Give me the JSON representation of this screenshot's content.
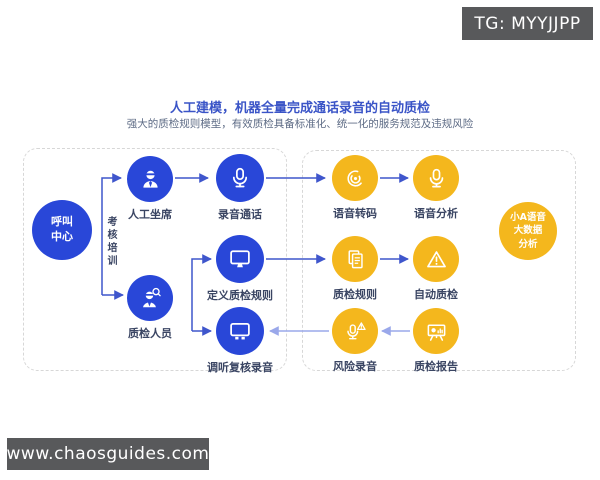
{
  "badges": {
    "top_right": "TG: MYYJJPP",
    "bottom_left": "www.chaosguides.com"
  },
  "header": {
    "title": "人工建模，机器全量完成通话录音的自动质检",
    "subtitle": "强大的质检规则模型，有效质检具备标准化、统一化的服务规范及违规风险"
  },
  "labels": {
    "vertical_training": "考核培训"
  },
  "nodes": {
    "call_center": {
      "label": "呼叫中心",
      "line1": "呼叫",
      "line2": "中心"
    },
    "agent": {
      "label": "人工坐席",
      "icon": "agent-person-icon"
    },
    "qc_staff": {
      "label": "质检人员",
      "icon": "person-magnifier-icon"
    },
    "record_call": {
      "label": "录音通话",
      "icon": "microphone-icon"
    },
    "define_rules": {
      "label": "定义质检规则",
      "icon": "monitor-icon"
    },
    "review_listen": {
      "label": "调听复核录音",
      "icon": "monitor-speakers-icon"
    },
    "transcode": {
      "label": "语音转码",
      "icon": "voiceprint-icon"
    },
    "voice_analysis": {
      "label": "语音分析",
      "icon": "microphone-icon"
    },
    "qc_rules": {
      "label": "质检规则",
      "icon": "documents-icon"
    },
    "auto_qc": {
      "label": "自动质检",
      "icon": "warning-triangle-icon"
    },
    "risk_record": {
      "label": "风险录音",
      "icon": "microphone-warning-icon"
    },
    "qc_report": {
      "label": "质检报告",
      "icon": "report-board-icon"
    },
    "big_data": {
      "label": "小A语音大数据分析",
      "line1": "小A语音",
      "line2": "大数据",
      "line3": "分析"
    }
  },
  "colors": {
    "node_blue": "#2947d8",
    "node_yellow": "#f4b71d",
    "arrow_dark": "#3f56cc",
    "arrow_light": "#9aa8ea",
    "title_blue": "#3a54c7",
    "subtitle_gray": "#5d6b85",
    "badge_gray": "#58595b",
    "dashed_border": "#d7d7d7"
  }
}
